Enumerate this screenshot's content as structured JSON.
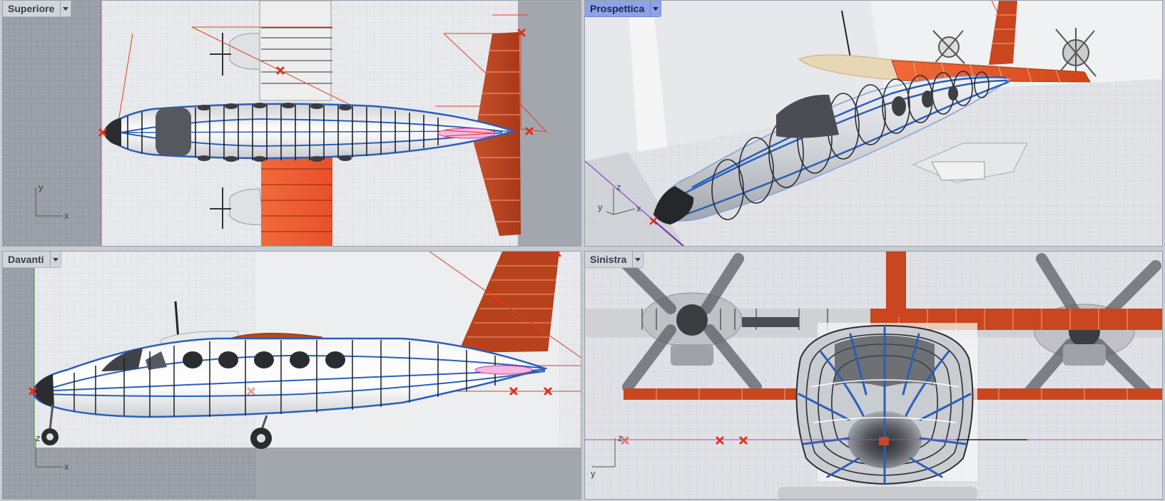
{
  "viewports": {
    "top": {
      "label": "Superiore",
      "axis_v": "y",
      "axis_h": "x"
    },
    "perspective": {
      "label": "Prospettica",
      "axis_v": "z",
      "axis_d": "y",
      "axis_h": "x"
    },
    "front": {
      "label": "Davanti",
      "axis_v": "z",
      "axis_h": "x"
    },
    "left": {
      "label": "Sinistra",
      "axis_v": "z",
      "axis_h": "y"
    }
  },
  "colors": {
    "active_viewport": "#8ea2e8",
    "curve_blue": "#2b5fb8",
    "wing_orange": "#d84a1e",
    "tail_red": "#b3401c",
    "control_point": "#e0301a",
    "grid_dark": "#8e939b"
  },
  "icons": {
    "viewport_menu": "triangle-down-icon",
    "control_point": "x-mark-icon"
  }
}
